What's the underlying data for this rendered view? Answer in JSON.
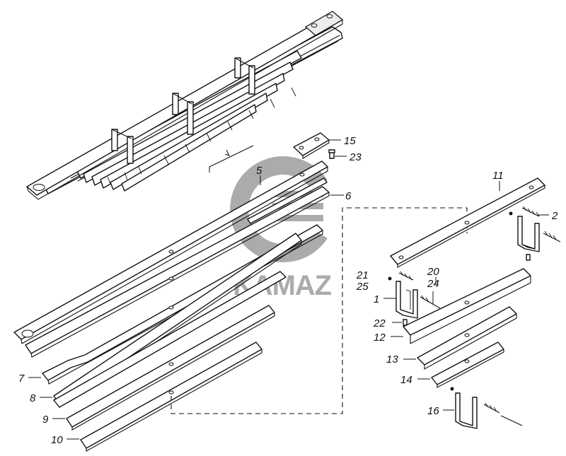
{
  "watermark": {
    "brand_text": "KAMAZ",
    "color": "#8f8f8f"
  },
  "callouts": {
    "c1": "1",
    "c2": "2",
    "c5": "5",
    "c6": "6",
    "c7": "7",
    "c8": "8",
    "c9": "9",
    "c10": "10",
    "c11": "11",
    "c12": "12",
    "c13": "13",
    "c14": "14",
    "c15": "15",
    "c16": "16",
    "c20": "20",
    "c21": "21",
    "c22": "22",
    "c23": "23",
    "c24": "24",
    "c25": "25"
  },
  "colors": {
    "line": "#111111",
    "background": "#ffffff"
  }
}
